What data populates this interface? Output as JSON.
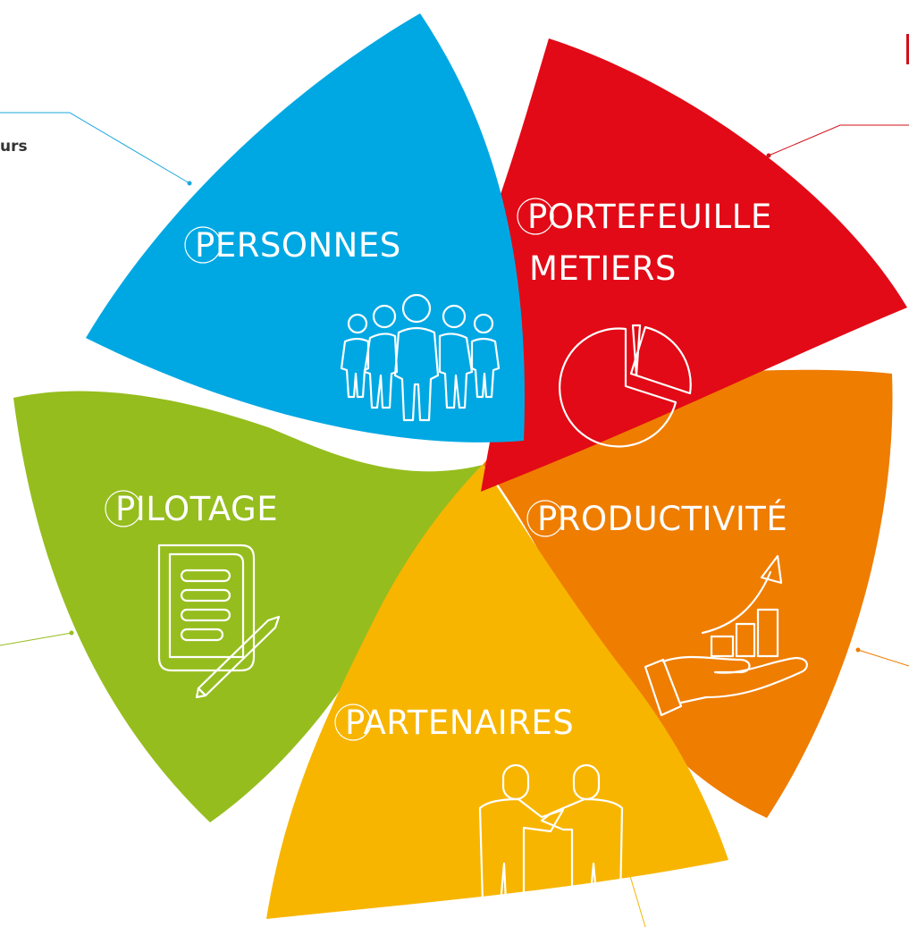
{
  "colors": {
    "personnes": "#00A8E3",
    "portefeuille": "#E20A16",
    "productivite": "#EF7D00",
    "partenaires": "#F7B500",
    "pilotage": "#95BD1E",
    "leader_blue": "#1AA7DC",
    "leader_red": "#D2101A",
    "leader_orange": "#EF7D00",
    "leader_yellow": "#F7B500",
    "leader_green": "#95BD1E"
  },
  "segments": {
    "personnes": {
      "first": "P",
      "rest": "ERSONNES",
      "icon": "group-of-people-icon"
    },
    "portefeuille": {
      "first": "P",
      "rest": "ORTEFEUILLE",
      "line2": "METIERS",
      "icon": "pie-chart-icon"
    },
    "productivite": {
      "first": "P",
      "rest": "RODUCTIVITÉ",
      "icon": "growth-chart-hand-icon"
    },
    "partenaires": {
      "first": "P",
      "rest": "ARTENAIRES",
      "icon": "handshake-icon"
    },
    "pilotage": {
      "first": "P",
      "rest": "ILOTAGE",
      "icon": "document-pencil-icon"
    }
  },
  "edge_text": {
    "left": "urs"
  }
}
